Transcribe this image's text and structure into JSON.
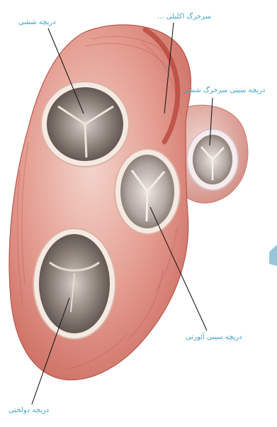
{
  "labels": {
    "pulmonary_valve": "دریچه ششی",
    "coronary_artery": "سرخرگ اکلیلی ...",
    "right_coronary_valve": "دریچه سینی سرخرگ ششی",
    "aortic_valve": "دریچه سینی آئورتی",
    "mitral_valve": "دریچه دولختی"
  },
  "colors": {
    "label_text": "#3fa3c8",
    "leader_line": "#1a1a1a",
    "heart_tissue": "#e0867a",
    "heart_tissue_dark": "#c9685d",
    "valve_ring": "#f4e6dc",
    "valve_cavity": "#7b6f69",
    "background": "#ffffff"
  }
}
